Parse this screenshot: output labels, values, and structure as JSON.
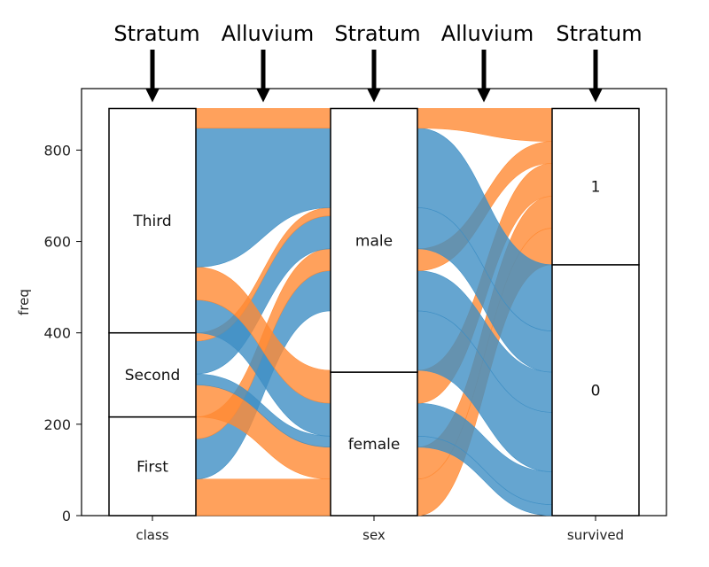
{
  "annotations": [
    "Stratum",
    "Alluvium",
    "Stratum",
    "Alluvium",
    "Stratum"
  ],
  "chart_data": {
    "type": "alluvial",
    "ylabel": "freq",
    "ylim": [
      0,
      890
    ],
    "yticks": [
      "0",
      "200",
      "400",
      "600",
      "800"
    ],
    "ytick_values": [
      0,
      200,
      400,
      600,
      800
    ],
    "axes": [
      {
        "name": "class",
        "strata": [
          {
            "label": "First",
            "from": 0,
            "to": 216
          },
          {
            "label": "Second",
            "from": 216,
            "to": 400
          },
          {
            "label": "Third",
            "from": 400,
            "to": 891
          }
        ]
      },
      {
        "name": "sex",
        "strata": [
          {
            "label": "female",
            "from": 0,
            "to": 314
          },
          {
            "label": "male",
            "from": 314,
            "to": 891
          }
        ]
      },
      {
        "name": "survived",
        "strata": [
          {
            "label": "0",
            "from": 0,
            "to": 549
          },
          {
            "label": "1",
            "from": 549,
            "to": 891
          }
        ]
      }
    ],
    "series_colors": {
      "0": "#3f8fc4",
      "1": "#ff8a33"
    },
    "flows_class_sex": [
      {
        "from": [
          0,
          80
        ],
        "to": [
          0,
          80
        ],
        "survived": "1"
      },
      {
        "from": [
          80,
          168
        ],
        "to": [
          448,
          536
        ],
        "survived": "0"
      },
      {
        "from": [
          168,
          216
        ],
        "to": [
          536,
          584
        ],
        "survived": "1"
      },
      {
        "from": [
          216,
          286
        ],
        "to": [
          80,
          150
        ],
        "survived": "1"
      },
      {
        "from": [
          286,
          310
        ],
        "to": [
          150,
          174
        ],
        "survived": "0"
      },
      {
        "from": [
          310,
          382
        ],
        "to": [
          584,
          656
        ],
        "survived": "0"
      },
      {
        "from": [
          382,
          400
        ],
        "to": [
          656,
          674
        ],
        "survived": "1"
      },
      {
        "from": [
          400,
          472
        ],
        "to": [
          174,
          246
        ],
        "survived": "0"
      },
      {
        "from": [
          472,
          544
        ],
        "to": [
          246,
          318
        ],
        "survived": "1"
      },
      {
        "from": [
          544,
          848
        ],
        "to": [
          674,
          848
        ],
        "survived": "0"
      },
      {
        "from": [
          848,
          891
        ],
        "to": [
          848,
          891
        ],
        "survived": "1"
      }
    ],
    "flows_sex_survived": [
      {
        "from": [
          0,
          80
        ],
        "to": [
          549,
          629
        ],
        "survived": "1"
      },
      {
        "from": [
          80,
          150
        ],
        "to": [
          629,
          699
        ],
        "survived": "1"
      },
      {
        "from": [
          150,
          174
        ],
        "to": [
          0,
          24
        ],
        "survived": "0"
      },
      {
        "from": [
          174,
          246
        ],
        "to": [
          24,
          96
        ],
        "survived": "0"
      },
      {
        "from": [
          246,
          318
        ],
        "to": [
          699,
          771
        ],
        "survived": "1"
      },
      {
        "from": [
          318,
          448
        ],
        "to": [
          96,
          226
        ],
        "survived": "0"
      },
      {
        "from": [
          448,
          536
        ],
        "to": [
          226,
          314
        ],
        "survived": "0"
      },
      {
        "from": [
          536,
          584
        ],
        "to": [
          771,
          819
        ],
        "survived": "1"
      },
      {
        "from": [
          584,
          674
        ],
        "to": [
          314,
          404
        ],
        "survived": "0"
      },
      {
        "from": [
          674,
          848
        ],
        "to": [
          404,
          549
        ],
        "survived": "0"
      },
      {
        "from": [
          848,
          891
        ],
        "to": [
          819,
          891
        ],
        "survived": "1"
      }
    ]
  }
}
